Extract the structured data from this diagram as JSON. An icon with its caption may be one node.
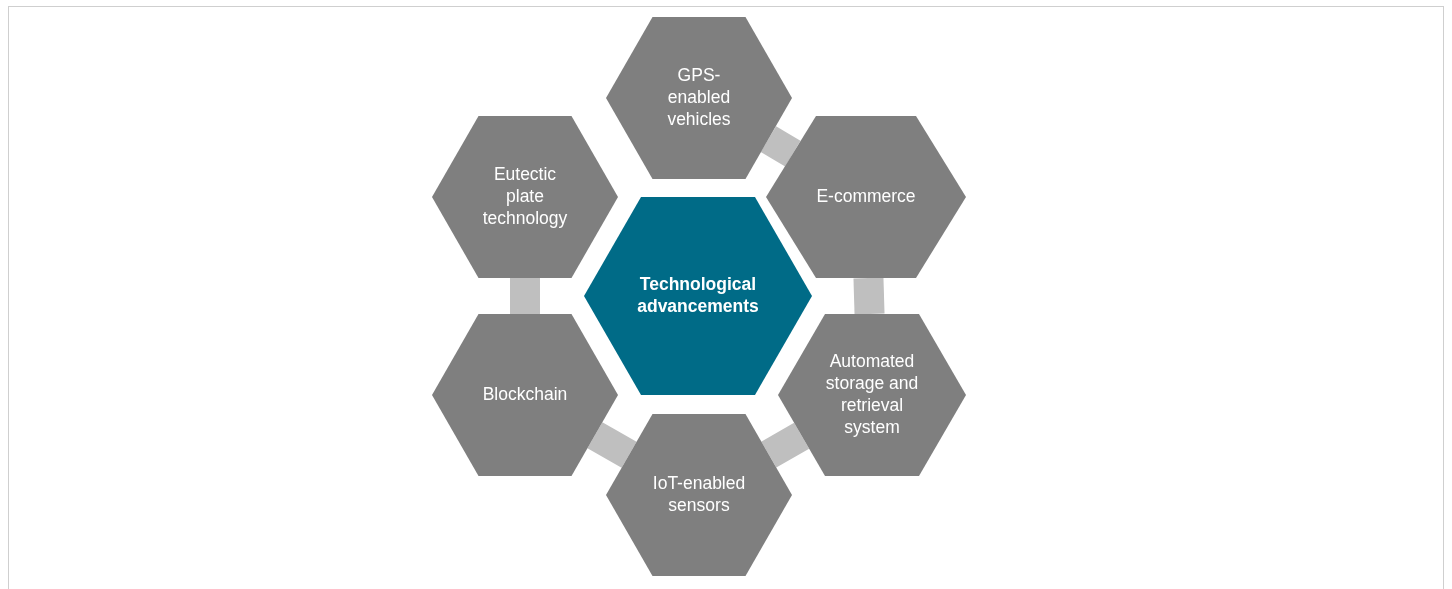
{
  "diagram": {
    "nodes": [
      {
        "text": [
          "Technological advancements"
        ]
      },
      {
        "text": [
          "GPS-enabled vehicles"
        ]
      },
      {
        "text": [
          "E-commerce"
        ]
      },
      {
        "text": [
          "Automated storage and retrieval system"
        ]
      },
      {
        "text": [
          "IoT-enabled sensors"
        ]
      },
      {
        "text": [
          "Blockchain"
        ]
      },
      {
        "text": [
          "Eutectic plate technology"
        ]
      }
    ],
    "edges": [
      {
        "from": 1,
        "to": 2,
        "arrow": "none"
      },
      {
        "from": 2,
        "to": 3,
        "arrow": "none"
      },
      {
        "from": 3,
        "to": 4,
        "arrow": "none"
      },
      {
        "from": 4,
        "to": 5,
        "arrow": "none"
      },
      {
        "from": 5,
        "to": 6,
        "arrow": "none"
      }
    ]
  }
}
